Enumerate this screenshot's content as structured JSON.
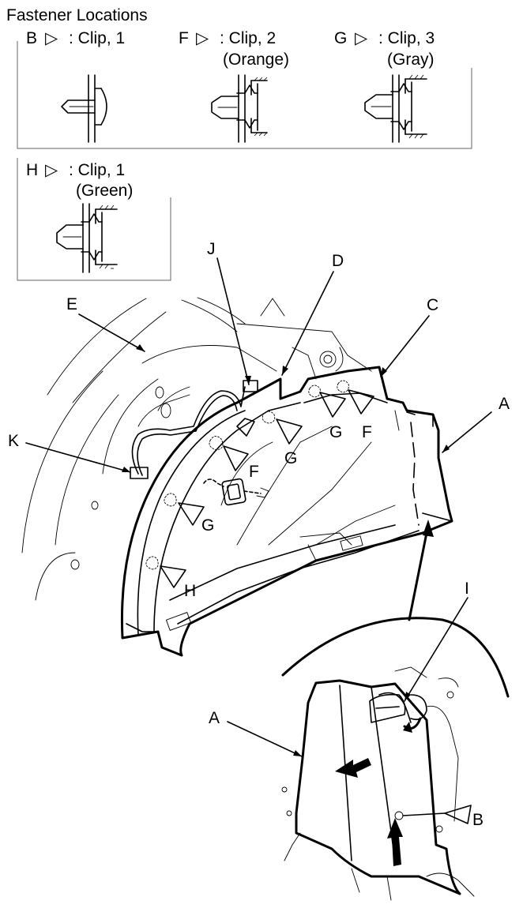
{
  "legend": {
    "title": "Fastener Locations",
    "symbol": "▷",
    "clips": [
      {
        "letter": "B",
        "text": ": Clip, 1",
        "color": ""
      },
      {
        "letter": "F",
        "text": ": Clip, 2",
        "color": "(Orange)"
      },
      {
        "letter": "G",
        "text": ": Clip, 3",
        "color": "(Gray)"
      },
      {
        "letter": "H",
        "text": ": Clip, 1",
        "color": "(Green)"
      }
    ]
  },
  "callouts": {
    "A": "A",
    "A2": "A",
    "B": "B",
    "C": "C",
    "D": "D",
    "E": "E",
    "F": "F",
    "G": "G",
    "H": "H",
    "I": "I",
    "J": "J",
    "K": "K"
  }
}
